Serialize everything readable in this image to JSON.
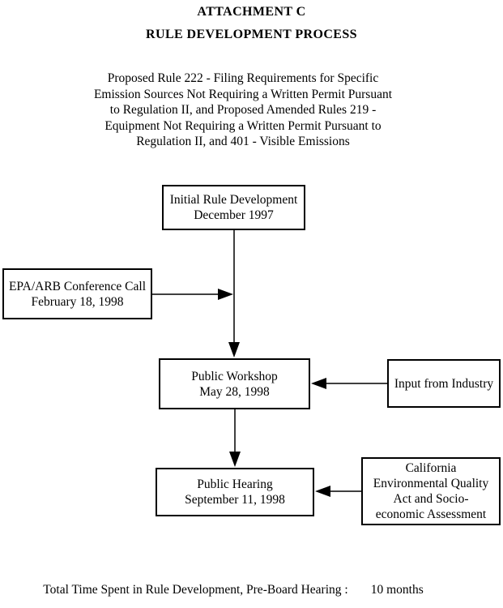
{
  "document": {
    "attachment_title": "ATTACHMENT C",
    "process_title": "RULE DEVELOPMENT PROCESS"
  },
  "intro": {
    "lines": [
      "Proposed Rule 222 - Filing Requirements for Specific",
      "Emission Sources Not Requiring a Written Permit Pursuant",
      "to Regulation II, and Proposed Amended Rules 219 -",
      "Equipment Not Requiring a Written Permit Pursuant to",
      "Regulation II, and 401 - Visible Emissions"
    ]
  },
  "flowchart": {
    "initial_rule_development": {
      "title": "Initial Rule Development",
      "date": "December 1997"
    },
    "epa_arb_conference_call": {
      "title": "EPA/ARB Conference Call",
      "date": "February 18, 1998"
    },
    "public_workshop": {
      "title": "Public Workshop",
      "date": "May 28, 1998"
    },
    "input_from_industry": {
      "title": "Input from Industry"
    },
    "public_hearing": {
      "title": "Public Hearing",
      "date": "September 11, 1998"
    },
    "ceqa_assessment": {
      "line1": "California",
      "line2": "Environmental Quality",
      "line3": "Act and Socio-",
      "line4": "economic Assessment"
    }
  },
  "footer": {
    "label": "Total Time Spent in Rule Development, Pre-Board Hearing :",
    "value": "10 months"
  },
  "colors": {
    "background": "#ffffff",
    "text": "#000000",
    "box_border": "#000000",
    "arrow": "#000000"
  }
}
